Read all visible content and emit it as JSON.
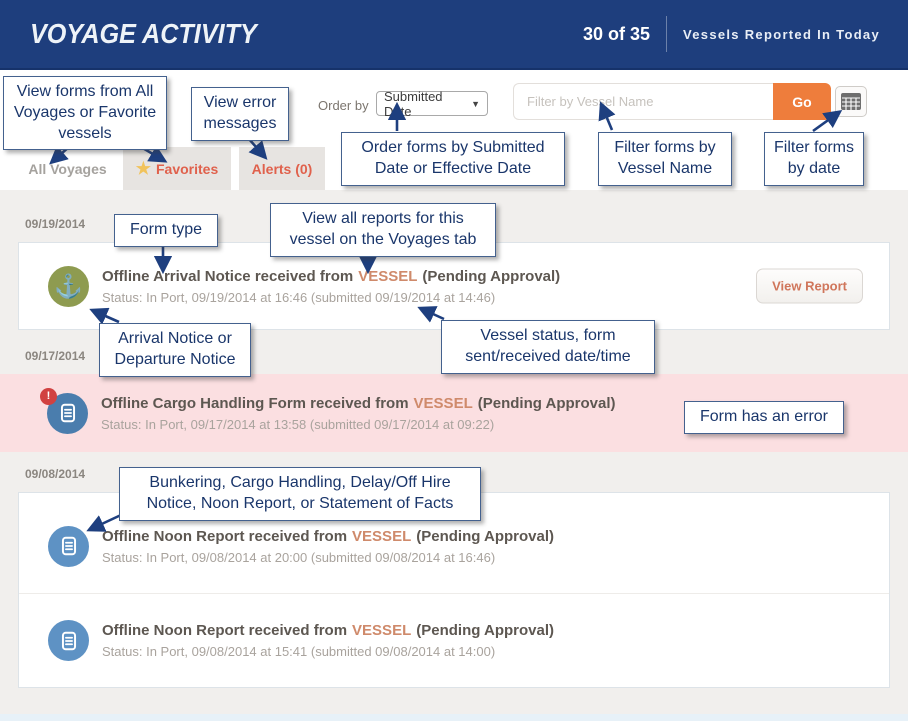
{
  "header": {
    "title": "VOYAGE ACTIVITY",
    "count": "30 of 35",
    "subtitle": "Vessels Reported In Today"
  },
  "toolbar": {
    "order_by_label": "Order by",
    "order_by_value": "Submitted Date",
    "filter_placeholder": "Filter by Vessel Name",
    "go_label": "Go"
  },
  "icons": {
    "dropdown_caret": "▼",
    "star": "★",
    "anchor": "⚓",
    "error_badge": "!"
  },
  "tabs": {
    "all_voyages": "All Voyages",
    "favorites": "Favorites",
    "alerts": "Alerts (0)"
  },
  "colors": {
    "header_navy": "#1e3e7d",
    "accent_orange": "#ee7d3c",
    "tab_text_orange": "#e0614c",
    "error_row_pink": "#fbdfe1",
    "anchor_icon_green": "#8e9b50",
    "doc_icon_blue": "#5e92c4",
    "error_badge_red": "#d14141",
    "vessel_text_salmon": "#cf8a6b",
    "callout_navy": "#1a366b"
  },
  "callouts": {
    "view_forms": "View forms from All Voyages or Favorite vessels",
    "error_messages": "View error messages",
    "order_forms": "Order forms by Submitted Date or Effective Date",
    "filter_name": "Filter forms by Vessel Name",
    "filter_date": "Filter forms by date",
    "form_type": "Form type",
    "view_reports": "View all reports for this vessel on the Voyages tab",
    "notice_type": "Arrival Notice or Departure Notice",
    "vessel_status": "Vessel status, form sent/received date/time",
    "form_error": "Form has an error",
    "form_kinds": "Bunkering, Cargo Handling, Delay/Off Hire Notice, Noon Report, or Statement of Facts"
  },
  "sections": [
    {
      "date": "09/19/2014",
      "rows": [
        {
          "icon": "anchor",
          "title_prefix": "Offline Arrival Notice received from",
          "vessel": "VESSEL",
          "title_suffix": "(Pending Approval)",
          "status": "Status: In Port, 09/19/2014 at 16:46 (submitted 09/19/2014 at 14:46)",
          "button": "View Report"
        }
      ]
    },
    {
      "date": "09/17/2014",
      "rows": [
        {
          "icon": "document-error",
          "title_prefix": "Offline Cargo Handling Form received from",
          "vessel": "VESSEL",
          "title_suffix": "(Pending Approval)",
          "status": "Status: In Port, 09/17/2014 at 13:58 (submitted 09/17/2014 at 09:22)"
        }
      ]
    },
    {
      "date": "09/08/2014",
      "rows": [
        {
          "icon": "document",
          "title_prefix": "Offline Noon Report received from",
          "vessel": "VESSEL",
          "title_suffix": "(Pending Approval)",
          "status": "Status: In Port, 09/08/2014 at 20:00 (submitted 09/08/2014 at 16:46)"
        },
        {
          "icon": "document",
          "title_prefix": "Offline Noon Report received from",
          "vessel": "VESSEL",
          "title_suffix": "(Pending Approval)",
          "status": "Status: In Port, 09/08/2014 at 15:41 (submitted 09/08/2014 at 14:00)"
        }
      ]
    }
  ]
}
